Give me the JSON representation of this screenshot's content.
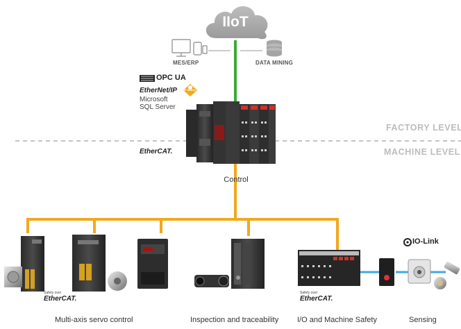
{
  "cloud": {
    "label": "IIoT"
  },
  "top": {
    "mes_erp": "MES/ERP",
    "data_mining": "DATA MINING"
  },
  "protocols": {
    "opc_ua": "OPC UA",
    "ethernet_ip": "EtherNet/IP",
    "cip_safety": "CIP Safety",
    "microsoft": "Microsoft",
    "sql_server": "SQL Server",
    "ethercat": "EtherCAT."
  },
  "levels": {
    "factory": "FACTORY LEVEL",
    "machine": "MACHINE LEVEL"
  },
  "controller": {
    "label": "Control"
  },
  "categories": [
    {
      "label": "Multi-axis servo control"
    },
    {
      "label": "Inspection and traceability"
    },
    {
      "label": "I/O and Machine Safety"
    },
    {
      "label": "Sensing"
    }
  ],
  "badges": {
    "safety_over": "Safety over",
    "ethercat": "EtherCAT.",
    "io_link": "IO-Link"
  },
  "colors": {
    "cloud": "#a9a9a9",
    "uplink": "#3aaa35",
    "fieldbus": "#f2a81d",
    "io_link": "#3fa9e0",
    "divider": "#c4c4c4",
    "level_text": "#bcbcbc"
  }
}
